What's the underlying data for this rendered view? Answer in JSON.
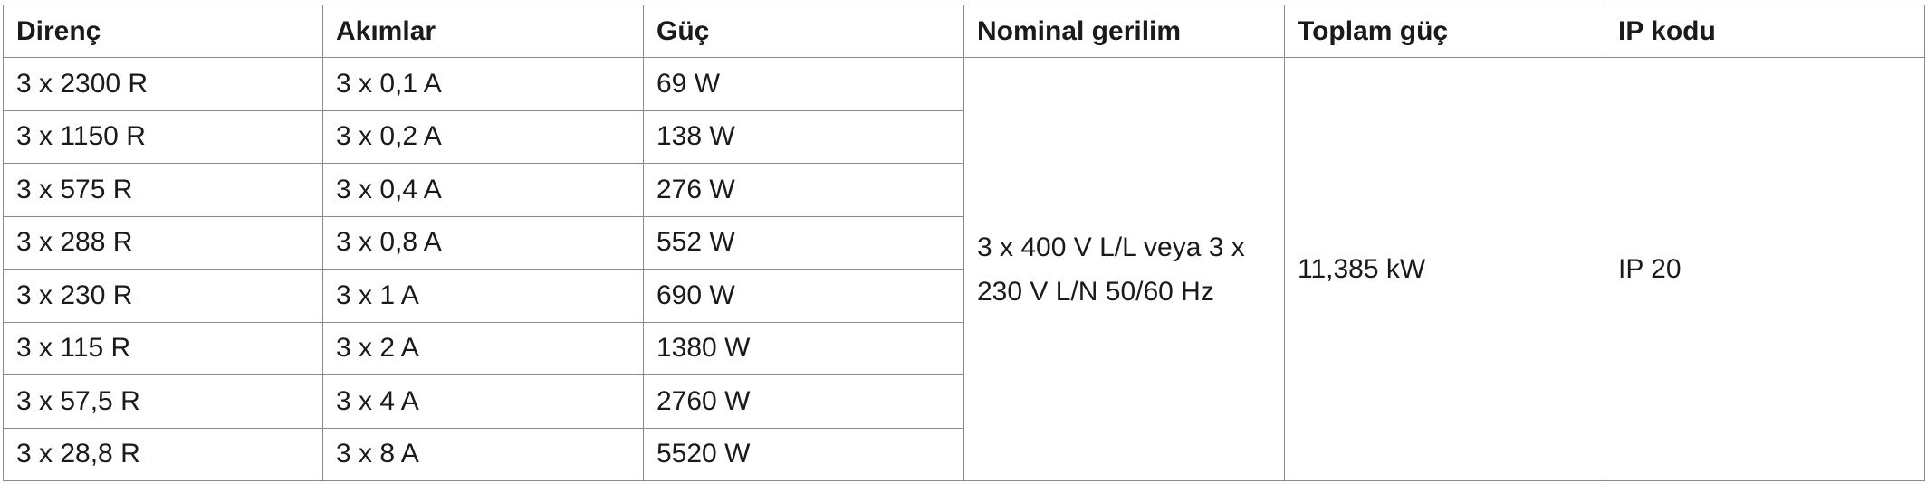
{
  "headers": [
    "Direnç",
    "Akımlar",
    "Güç",
    "Nominal gerilim",
    "Toplam güç",
    "IP kodu"
  ],
  "rows": [
    [
      "3 x 2300 R",
      "3 x 0,1 A",
      "69 W"
    ],
    [
      "3 x 1150 R",
      "3 x 0,2 A",
      "138 W"
    ],
    [
      "3 x 575 R",
      "3 x 0,4 A",
      "276 W"
    ],
    [
      "3 x 288 R",
      "3 x 0,8 A",
      "552 W"
    ],
    [
      "3 x 230 R",
      "3 x 1 A",
      "690 W"
    ],
    [
      "3 x 115 R",
      "3 x 2 A",
      "1380 W"
    ],
    [
      "3 x 57,5 R",
      "3 x 4 A",
      "2760 W"
    ],
    [
      "3 x 28,8 R",
      "3 x 8 A",
      "5520 W"
    ]
  ],
  "merged": {
    "nominal_voltage": "3 x 400 V L/L veya 3 x 230 V L/N 50/60 Hz",
    "total_power": "11,385 kW",
    "ip_code": "IP 20"
  }
}
